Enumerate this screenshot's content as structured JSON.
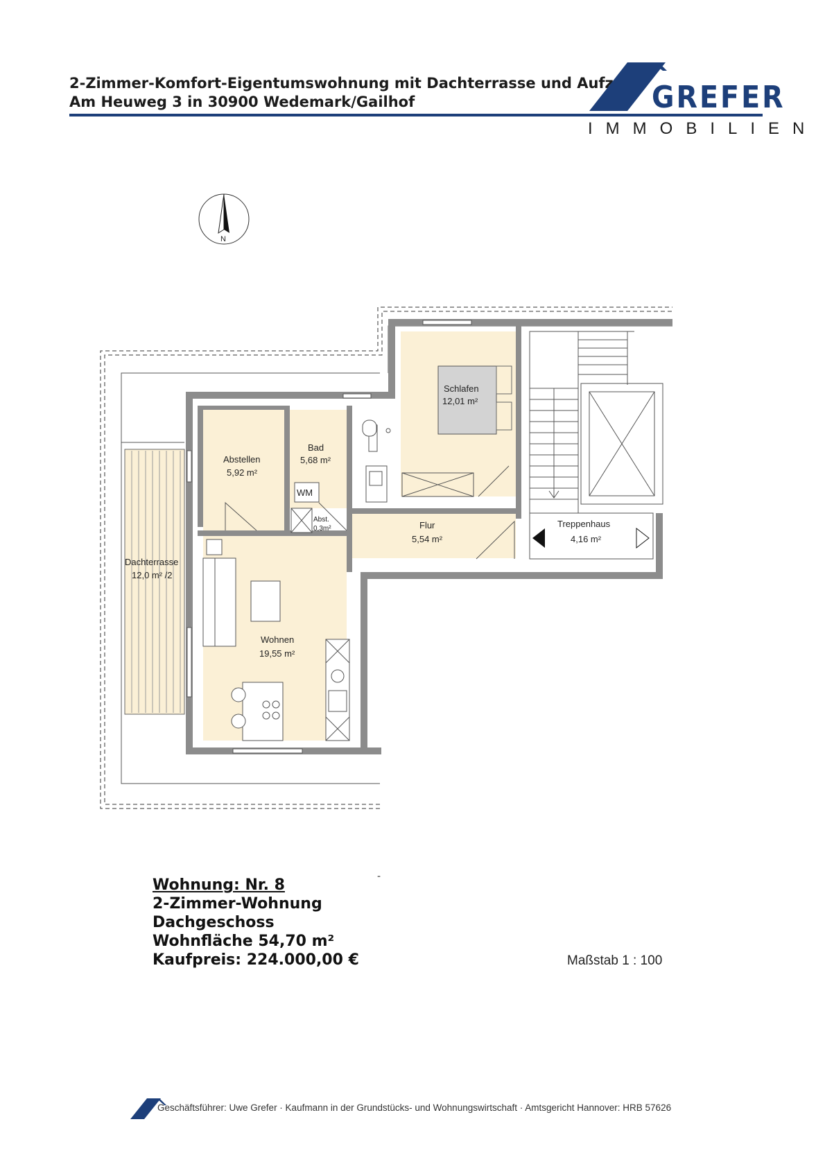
{
  "header": {
    "title_line1": "2-Zimmer-Komfort-Eigentumswohnung mit Dachterrasse und Aufzug",
    "title_line2": "Am Heuweg 3 in 30900 Wedemark/Gailhof"
  },
  "logo": {
    "word": "GREFER",
    "sub": "IMMOBILIEN",
    "brand_color": "#1d3f7a"
  },
  "compass": {
    "label": "N"
  },
  "rooms": {
    "schlafen": {
      "label": "Schlafen",
      "area": "12,01 m²"
    },
    "bad": {
      "label": "Bad",
      "area": "5,68 m²"
    },
    "abstellen": {
      "label": "Abstellen",
      "area": "5,92 m²"
    },
    "wm": {
      "label": "WM"
    },
    "abst_small": {
      "label": "Abst.",
      "area": "0,3m²"
    },
    "flur": {
      "label": "Flur",
      "area": "5,54 m²"
    },
    "treppenhaus": {
      "label": "Treppenhaus",
      "area": "4,16 m²"
    },
    "dachterrasse": {
      "label": "Dachterrasse",
      "area": "12,0 m² /2"
    },
    "wohnen": {
      "label": "Wohnen",
      "area": "19,55 m²"
    }
  },
  "colors": {
    "room_fill": "#fbf0d6",
    "wall": "#8c8c8c",
    "bed": "#d3d3d3"
  },
  "info": {
    "wohnung": "Wohnung: Nr. 8",
    "type": "2-Zimmer-Wohnung",
    "floor": "Dachgeschoss",
    "wohnflaeche": "Wohnfläche 54,70 m²",
    "kaufpreis": "Kaufpreis: 224.000,00 €"
  },
  "dash_mark": "-",
  "scale": "Maßstab 1 : 100",
  "footer": "Geschäftsführer: Uwe Grefer · Kaufmann in der Grundstücks- und Wohnungswirtschaft · Amtsgericht Hannover: HRB 57626"
}
